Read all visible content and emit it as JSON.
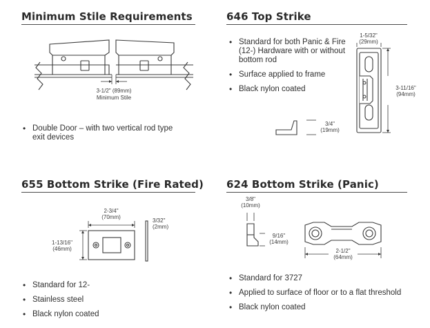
{
  "sections": {
    "stile": {
      "title": "Minimum Stile Requirements",
      "dim_line1": "3-1/2\" (89mm)",
      "dim_line2": "Minimum Stile",
      "bullets": [
        "Double Door – with two vertical rod type exit devices"
      ]
    },
    "top_strike": {
      "title": "646 Top Strike",
      "bullets": [
        "Standard for both Panic & Fire (12-) Hardware with or without bottom rod",
        "Surface applied to frame",
        "Black nylon coated"
      ],
      "width_in": "1-5/32\"",
      "width_mm": "(29mm)",
      "height_in": "3-11/16\"",
      "height_mm": "(94mm)",
      "depth_in": "3/4\"",
      "depth_mm": "(19mm)"
    },
    "fire_strike": {
      "title": "655 Bottom Strike (Fire Rated)",
      "width_in": "2-3/4\"",
      "width_mm": "(70mm)",
      "height_in": "1-13/16\"",
      "height_mm": "(46mm)",
      "thick_in": "3/32\"",
      "thick_mm": "(2mm)",
      "bullets": [
        "Standard for 12-",
        "Stainless steel",
        "Black nylon coated"
      ]
    },
    "panic_strike": {
      "title": "624 Bottom Strike (Panic)",
      "top_in": "3/8\"",
      "top_mm": "(10mm)",
      "side_in": "9/16\"",
      "side_mm": "(14mm)",
      "len_in": "2-1/2\"",
      "len_mm": "(64mm)",
      "bullets": [
        "Standard for 3727",
        "Applied to surface of floor or to a flat threshold",
        "Black nylon coated"
      ]
    }
  }
}
